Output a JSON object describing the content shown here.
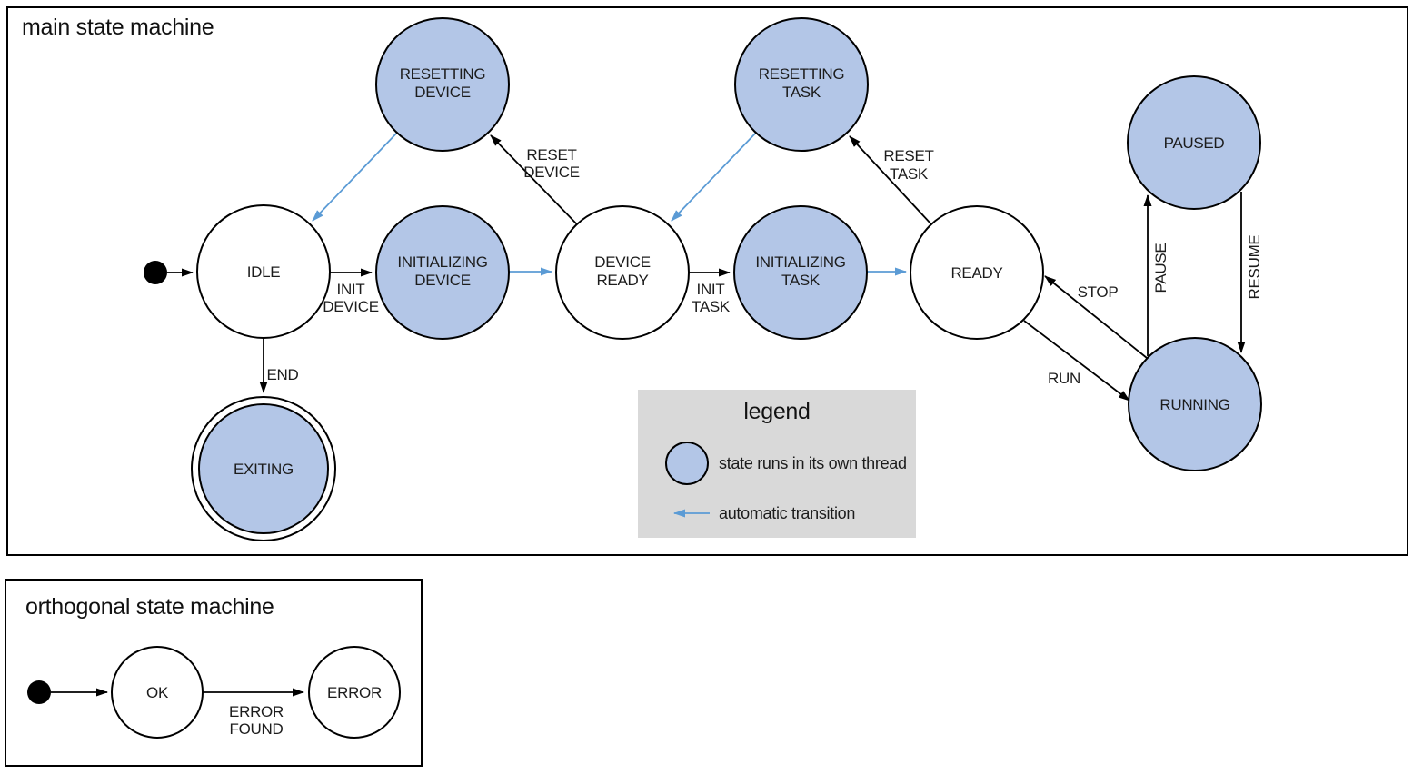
{
  "main_machine": {
    "title": "main state machine",
    "states": {
      "idle": {
        "label": "IDLE",
        "threaded": false
      },
      "initializing_device": {
        "line1": "INITIALIZING",
        "line2": "DEVICE",
        "threaded": true
      },
      "device_ready": {
        "line1": "DEVICE",
        "line2": "READY",
        "threaded": false
      },
      "initializing_task": {
        "line1": "INITIALIZING",
        "line2": "TASK",
        "threaded": true
      },
      "ready": {
        "label": "READY",
        "threaded": false
      },
      "resetting_device": {
        "line1": "RESETTING",
        "line2": "DEVICE",
        "threaded": true
      },
      "resetting_task": {
        "line1": "RESETTING",
        "line2": "TASK",
        "threaded": true
      },
      "paused": {
        "label": "PAUSED",
        "threaded": true
      },
      "running": {
        "label": "RUNNING",
        "threaded": true
      },
      "exiting": {
        "label": "EXITING",
        "threaded": true,
        "final_state": true
      }
    },
    "transitions": {
      "init_device": {
        "line1": "INIT",
        "line2": "DEVICE"
      },
      "reset_device": {
        "line1": "RESET",
        "line2": "DEVICE"
      },
      "init_task": {
        "line1": "INIT",
        "line2": "TASK"
      },
      "reset_task": {
        "line1": "RESET",
        "line2": "TASK"
      },
      "end": {
        "label": "END"
      },
      "run": {
        "label": "RUN"
      },
      "stop": {
        "label": "STOP"
      },
      "pause": {
        "label": "PAUSE"
      },
      "resume": {
        "label": "RESUME"
      }
    }
  },
  "legend": {
    "title": "legend",
    "threaded_symbol": "threaded-state-circle",
    "threaded_label": "state runs in its own thread",
    "automatic_symbol": "automatic-transition-arrow",
    "automatic_label": "automatic transition"
  },
  "orthogonal_machine": {
    "title": "orthogonal state machine",
    "states": {
      "ok": {
        "label": "OK"
      },
      "error": {
        "label": "ERROR"
      }
    },
    "transitions": {
      "error_found": {
        "line1": "ERROR",
        "line2": "FOUND"
      }
    }
  },
  "colors": {
    "threaded_state_fill": "#b3c6e7",
    "automatic_transition_blue": "#5b9bd5",
    "legend_background": "#d9d9d9",
    "stroke_black": "#000000"
  }
}
